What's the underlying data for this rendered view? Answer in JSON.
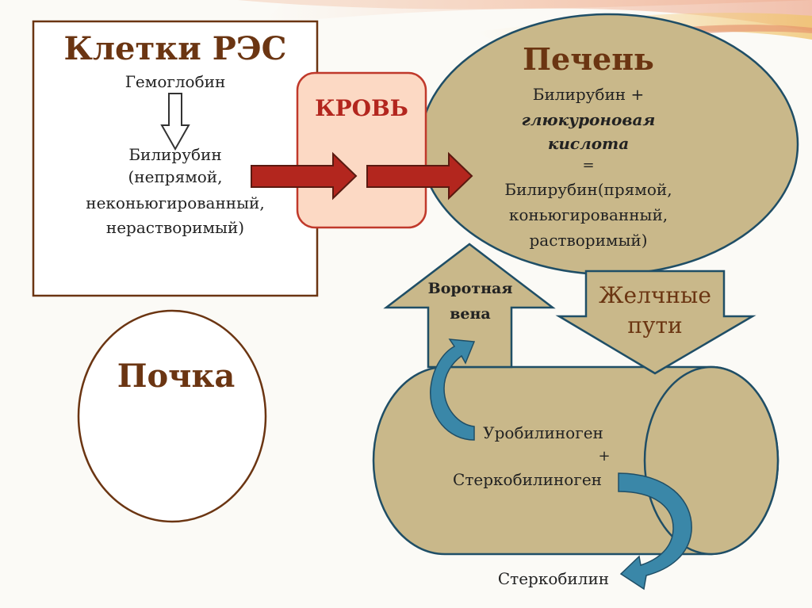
{
  "res_box": {
    "title": "Клетки РЭС",
    "hemoglobin": "Гемоглобин",
    "bilirubin_lines": [
      "Билирубин",
      "(непрямой,",
      "неконьюгированный,",
      "нерастворимый)"
    ]
  },
  "blood": {
    "label": "КРОВЬ"
  },
  "liver": {
    "title": "Печень",
    "line1": "Билирубин +",
    "line2": "глюкуроновая",
    "line3": "кислота",
    "line4": "=",
    "line5": "Билирубин(прямой,",
    "line6": "коньюгированный,",
    "line7": "растворимый)"
  },
  "kidney": {
    "label": "Почка"
  },
  "portal_vein": {
    "line1": "Воротная",
    "line2": "вена"
  },
  "bile_ducts": {
    "line1": "Желчные",
    "line2": "пути"
  },
  "intestine": {
    "line1": "Уробилиноген",
    "line2": "+",
    "line3": "Стеркобилиноген"
  },
  "stercobilin": {
    "label": "Стеркобилин"
  },
  "colors": {
    "title_brown": "#6b3512",
    "olive_fill": "#c9b88a",
    "pink_fill": "#fcd9c4",
    "red_arrow": "#b3261e",
    "teal_arrow": "#3a87a8",
    "outline": "#3a2a12"
  }
}
